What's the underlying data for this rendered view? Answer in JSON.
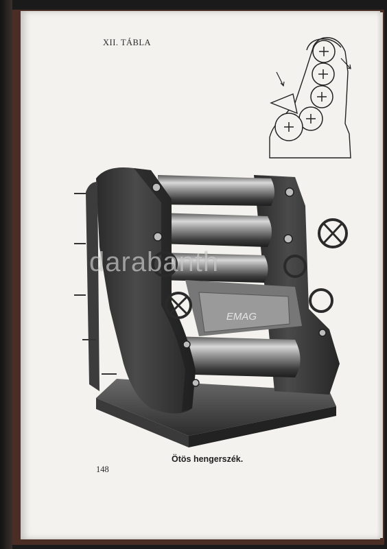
{
  "page": {
    "plate_label": "XII. TÁBLA",
    "caption": "Ötös hengerszék.",
    "page_number": "148"
  },
  "machine": {
    "brand_plate": "EMAG"
  },
  "watermark": {
    "text": "darabanth"
  },
  "colors": {
    "paper": "#f3f2ee",
    "cover": "#4a2e26",
    "ink": "#1e1e1e"
  }
}
